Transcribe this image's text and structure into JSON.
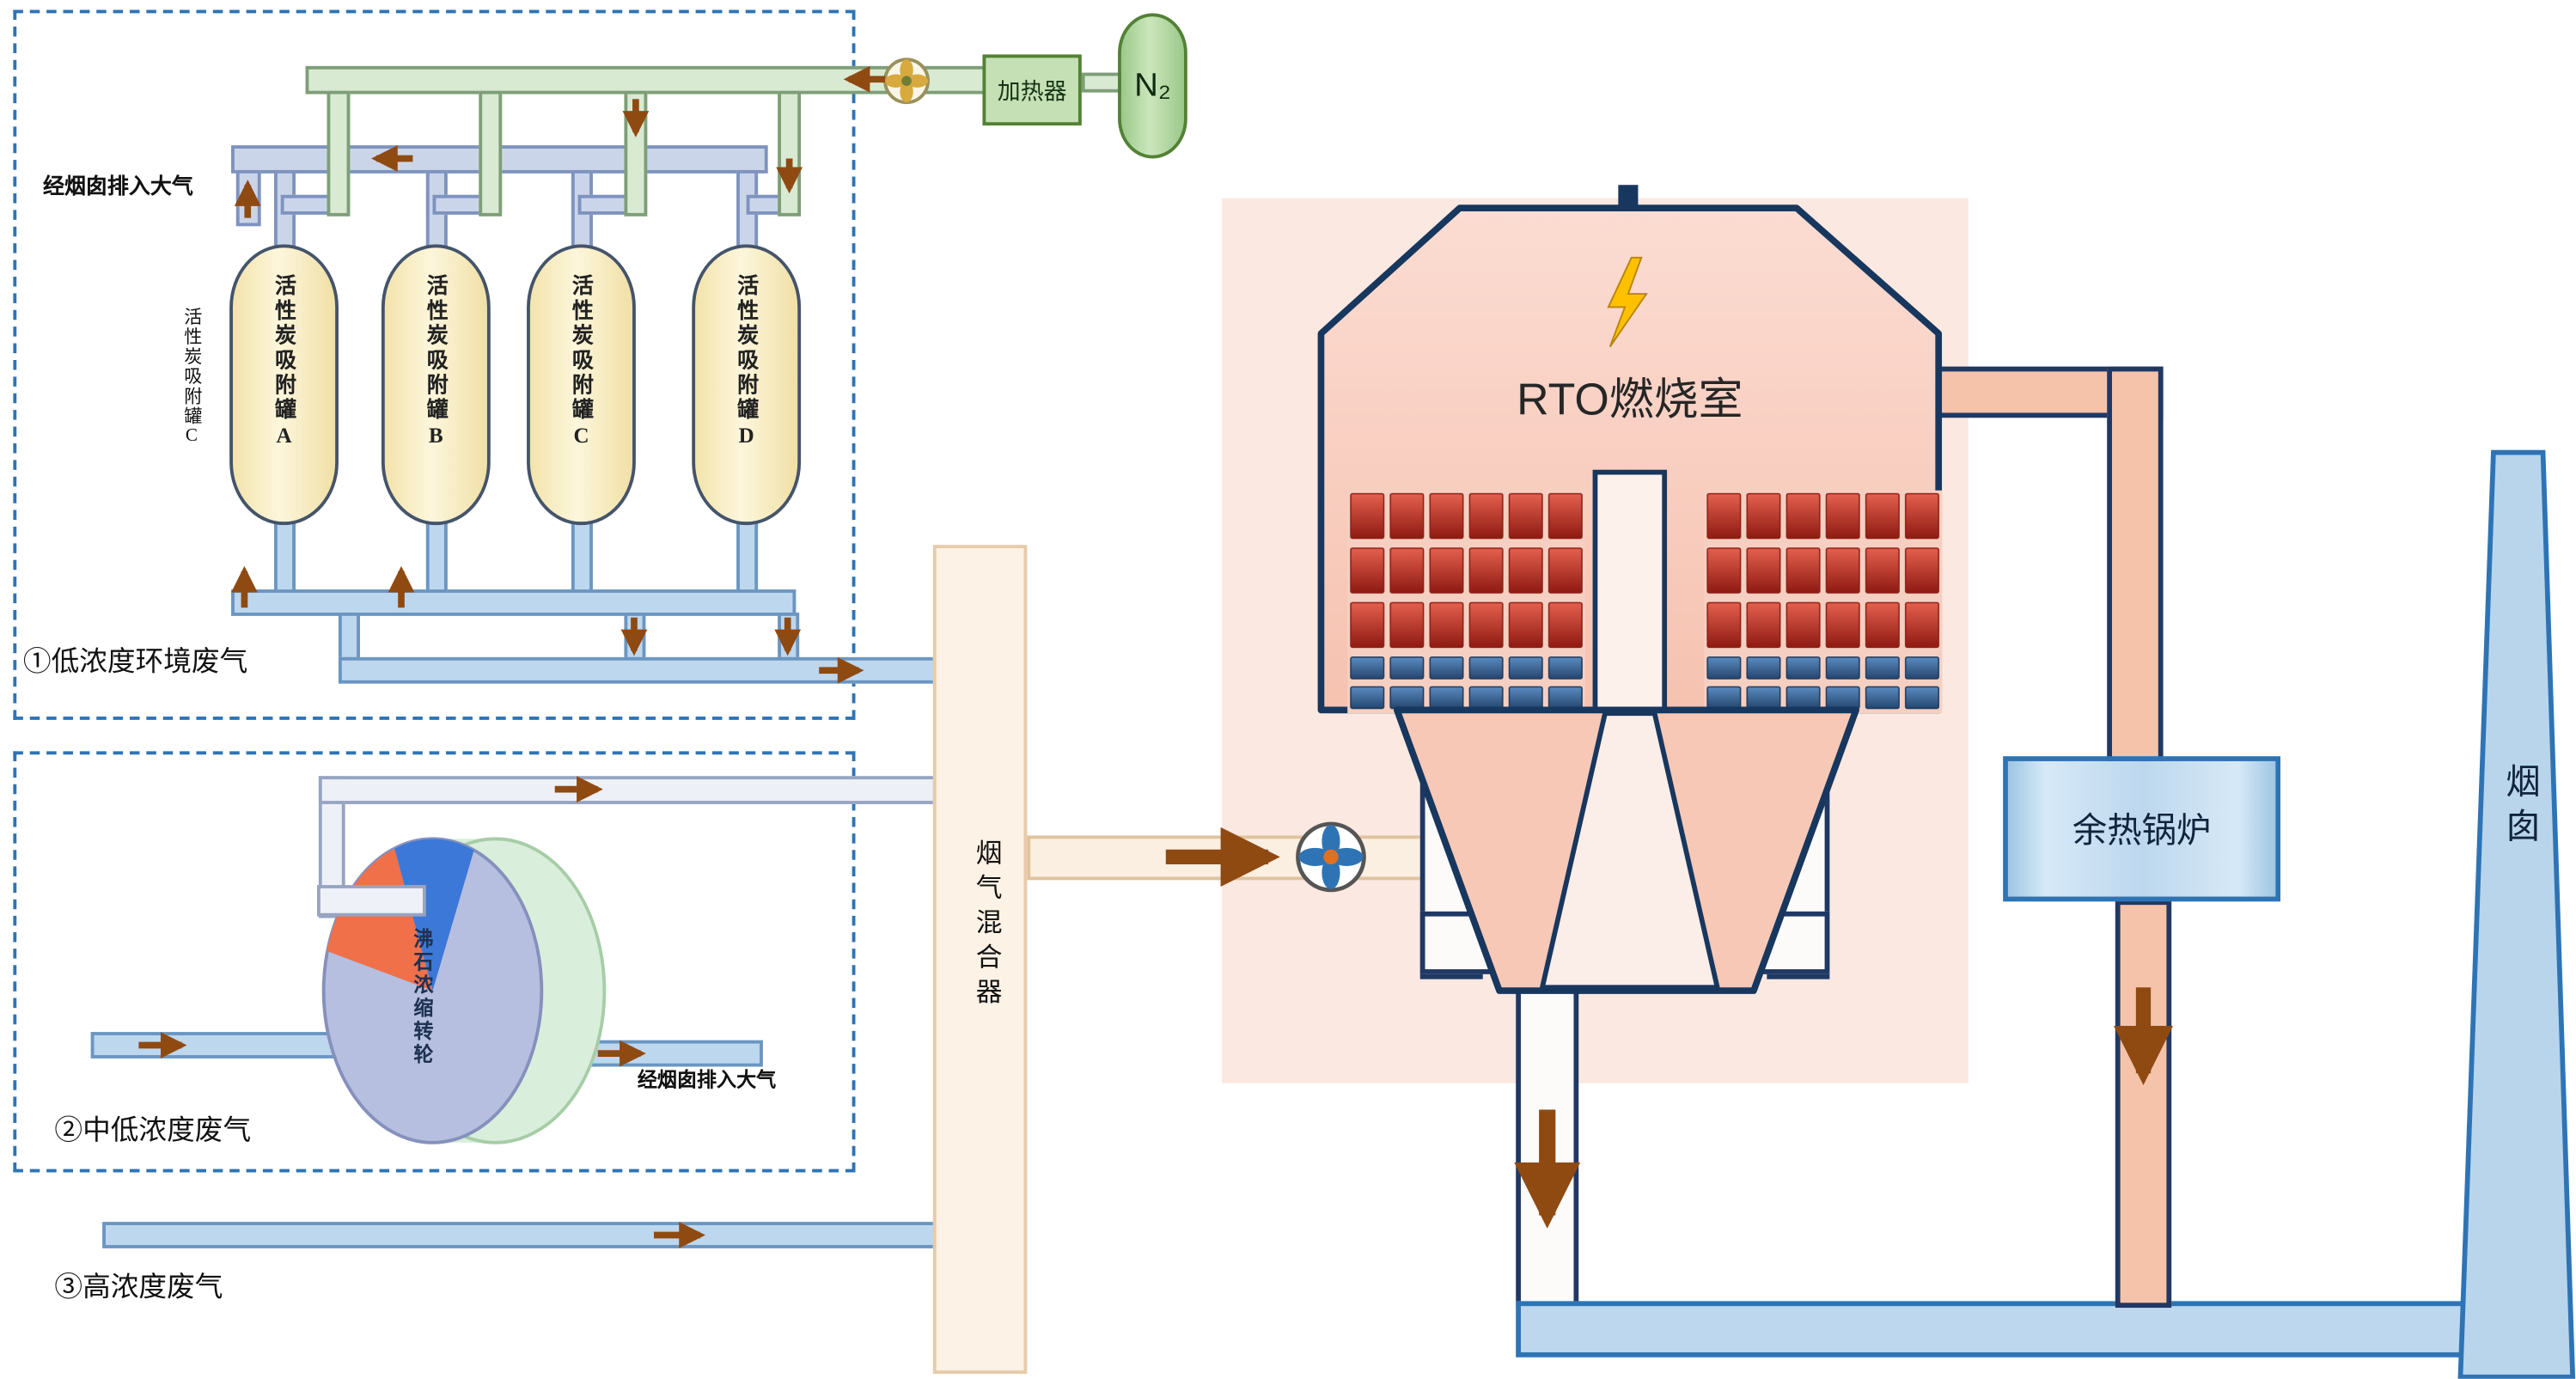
{
  "section_low": {
    "atmosphere_label": "经烟囱排入大气",
    "side_tank_label": "活性炭吸附罐C",
    "tanks": [
      {
        "label": "活性炭吸附罐A"
      },
      {
        "label": "活性炭吸附罐B"
      },
      {
        "label": "活性炭吸附罐C"
      },
      {
        "label": "活性炭吸附罐D"
      }
    ],
    "inlet_label": "①低浓度环境废气"
  },
  "section_mid": {
    "wheel_label": "沸石浓缩转轮",
    "atmosphere_label": "经烟囱排入大气",
    "inlet_label": "②中低浓度废气"
  },
  "section_high": {
    "inlet_label": "③高浓度废气"
  },
  "mixer": {
    "label": "烟气混合器"
  },
  "nitrogen_system": {
    "heater_label": "加热器",
    "tank_label": "N₂"
  },
  "rto": {
    "label": "RTO燃烧室"
  },
  "boiler": {
    "label": "余热锅炉"
  },
  "chimney": {
    "label": "烟囱"
  },
  "colors": {
    "pipe_nitrogen_green": "#D9EAD3",
    "pipe_exhaust_lavender": "#CBD5EA",
    "pipe_waste_gas_blue": "#BDD7EE",
    "pipe_mixed_gas_cream": "#FBEFE2",
    "pipe_hot_gas_pink": "#F5C3A9",
    "rto_outline_navy": "#17375E",
    "brick_red": "#B63226",
    "brick_blue": "#31609B",
    "arrow_brown": "#8F4A12",
    "dashed_border_blue": "#2E74B5"
  }
}
